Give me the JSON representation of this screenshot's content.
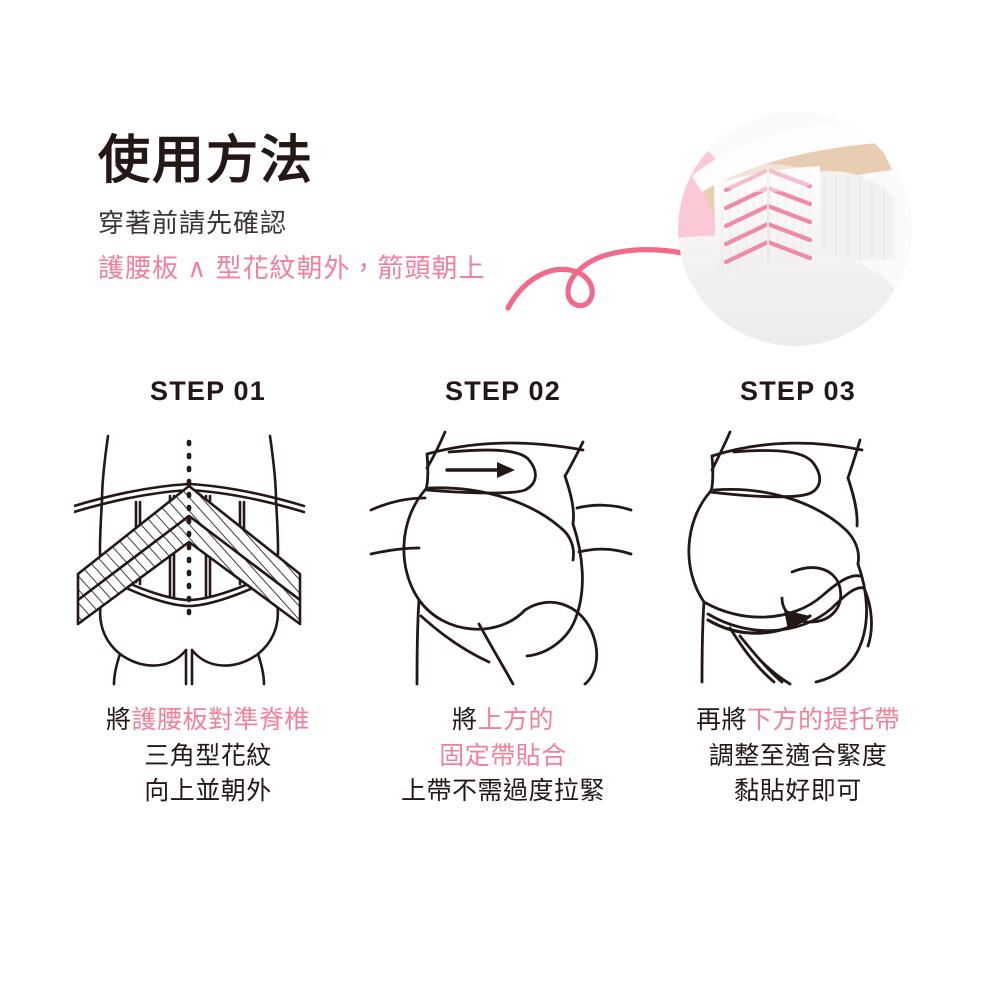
{
  "header": {
    "title": "使用方法",
    "subtitle": "穿著前請先確認",
    "highlight": "護腰板 ∧ 型花紋朝外，箭頭朝上"
  },
  "photo": {
    "caption_alt": "護腰板 V 型花紋特寫",
    "blob_color": "#fbc9d6",
    "chevron_color": "#f08aa4",
    "belt_color": "#fbfbfb",
    "skin_color": "#e8cbb0"
  },
  "colors": {
    "pink": "#f2809b",
    "light_pink": "#fbc9d6",
    "ink": "#231815",
    "line": "#231815"
  },
  "steps": [
    {
      "label": "STEP 01",
      "icon": "back-view-belt-alignment-icon",
      "caption": [
        {
          "plain": "將",
          "pink": "護腰板對準脊椎"
        },
        {
          "plain": "三角型花紋",
          "pink": ""
        },
        {
          "plain": "向上並朝外",
          "pink": ""
        }
      ]
    },
    {
      "label": "STEP 02",
      "icon": "side-view-upper-strap-icon",
      "caption": [
        {
          "plain": "將",
          "pink": "上方的"
        },
        {
          "plain": "",
          "pink": "固定帶貼合"
        },
        {
          "plain": "上帶不需過度拉緊",
          "pink": ""
        }
      ]
    },
    {
      "label": "STEP 03",
      "icon": "side-view-lower-strap-icon",
      "caption": [
        {
          "plain": "再將",
          "pink": "下方的提托帶"
        },
        {
          "plain": "調整至適合緊度",
          "pink": ""
        },
        {
          "plain": "黏貼好即可",
          "pink": ""
        }
      ]
    }
  ]
}
